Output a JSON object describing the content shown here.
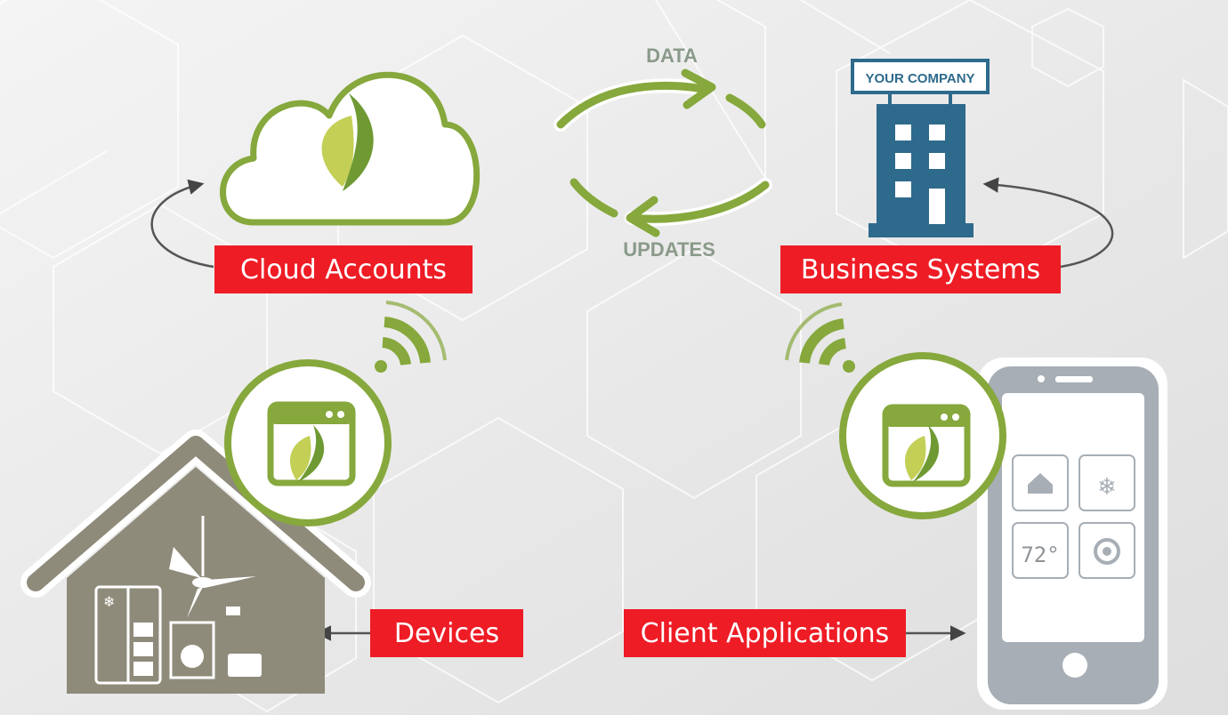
{
  "labels": {
    "cloud_accounts": "Cloud Accounts",
    "business_systems": "Business Systems",
    "devices": "Devices",
    "client_applications": "Client Applications"
  },
  "flow": {
    "data": "DATA",
    "updates": "UPDATES"
  },
  "company_sign": "YOUR COMPANY",
  "phone": {
    "temperature": "72°"
  },
  "colors": {
    "label_bg": "#ee1c25",
    "accent_green": "#86a83c",
    "house_gray": "#8f8b7b",
    "building_blue": "#2e6a8c",
    "phone_gray": "#a7aeb5"
  },
  "icons": [
    "cloud-icon",
    "leaf-icon",
    "building-icon",
    "house-icon",
    "phone-icon",
    "wifi-icon",
    "app-window-icon",
    "arrow-icon"
  ]
}
